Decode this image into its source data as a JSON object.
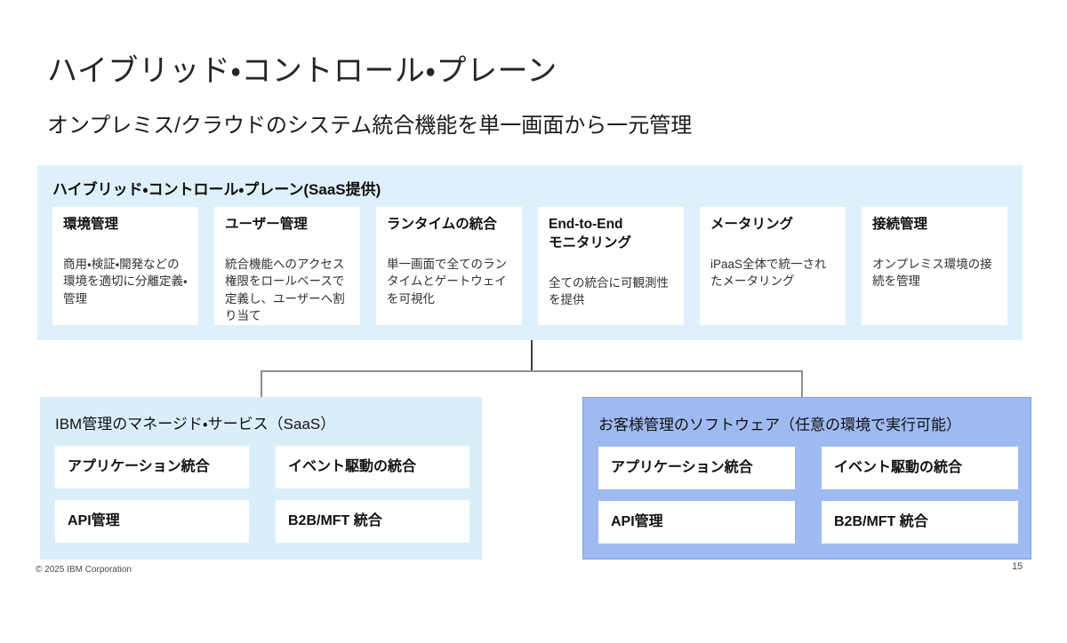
{
  "slide": {
    "title": "ハイブリッド・コントロール・プレーン",
    "subtitle": "オンプレミス/クラウドのシステム統合機能を単一画面から一元管理",
    "footer": {
      "copyright": "© 2025 IBM Corporation",
      "page_number": "15"
    }
  },
  "control_plane_panel": {
    "header": "ハイブリッド・コントロール・プレーン(SaaS提供)",
    "cards": [
      {
        "title": "環境管理",
        "body": "商用・検証・開発などの環境を適切に分離定義・管理"
      },
      {
        "title": "ユーザー管理",
        "body": "統合機能へのアクセス権限をロールベースで定義し、ユーザーへ割り当て"
      },
      {
        "title": "ランタイムの統合",
        "body": "単一画面で全てのランタイムとゲートウェイを可視化"
      },
      {
        "title": "End-to-End\nモニタリング",
        "body": "全ての統合に可観測性を提供"
      },
      {
        "title": "メータリング",
        "body": "iPaaS全体で統一されたメータリング"
      },
      {
        "title": "接続管理",
        "body": "オンプレミス環境の接続を管理"
      }
    ]
  },
  "managed_services_box": {
    "header": "IBM管理のマネージド・サービス（SaaS）",
    "items": [
      "アプリケーション統合",
      "イベント駆動の統合",
      "API管理",
      "B2B/MFT 統合"
    ]
  },
  "customer_software_box": {
    "header": "お客様管理のソフトウェア（任意の環境で実行可能）",
    "items": [
      "アプリケーション統合",
      "イベント駆動の統合",
      "API管理",
      "B2B/MFT 統合"
    ]
  },
  "colors": {
    "panel_bg": "#def0fa",
    "light_box_bg": "#daeefa",
    "blue_box_bg": "#9fbaf1",
    "blue_box_border": "#7da0e8",
    "card_bg": "#ffffff",
    "connector_gray": "#8f8f8f",
    "connector_dark": "#3f3f3f",
    "text_dark": "#161616"
  }
}
